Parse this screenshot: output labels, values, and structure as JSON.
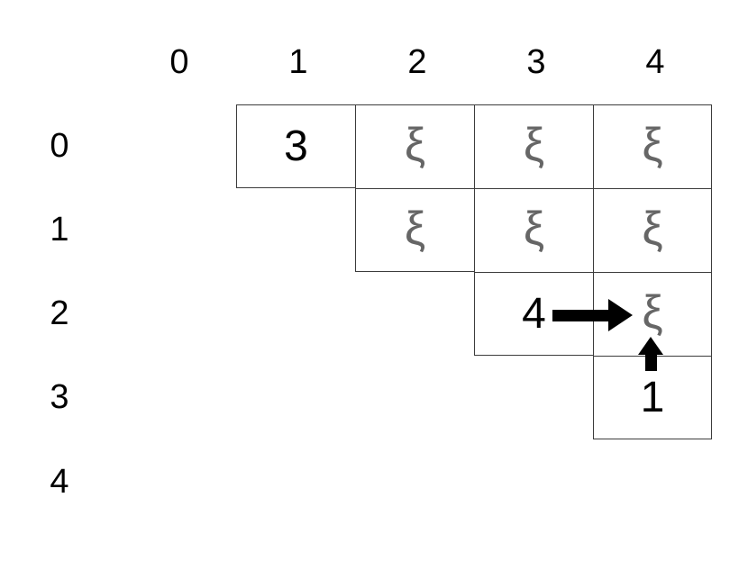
{
  "figure": {
    "type": "triangular-matrix-diagram"
  },
  "column_headers": [
    "0",
    "1",
    "2",
    "3",
    "4"
  ],
  "row_headers": [
    "0",
    "1",
    "2",
    "3",
    "4"
  ],
  "cells": [
    {
      "row": 0,
      "col": 1,
      "value": "3",
      "style": "value"
    },
    {
      "row": 0,
      "col": 2,
      "value": "ξ",
      "style": "placeholder"
    },
    {
      "row": 0,
      "col": 3,
      "value": "ξ",
      "style": "placeholder"
    },
    {
      "row": 0,
      "col": 4,
      "value": "ξ",
      "style": "placeholder"
    },
    {
      "row": 1,
      "col": 2,
      "value": "ξ",
      "style": "placeholder"
    },
    {
      "row": 1,
      "col": 3,
      "value": "ξ",
      "style": "placeholder"
    },
    {
      "row": 1,
      "col": 4,
      "value": "ξ",
      "style": "placeholder"
    },
    {
      "row": 2,
      "col": 3,
      "value": "4",
      "style": "value"
    },
    {
      "row": 2,
      "col": 4,
      "value": "ξ",
      "style": "placeholder"
    },
    {
      "row": 3,
      "col": 4,
      "value": "1",
      "style": "value"
    }
  ],
  "arrows": [
    {
      "name": "right-arrow",
      "direction": "right",
      "from_cell": "row2-col3",
      "to_cell": "row2-col4"
    },
    {
      "name": "up-arrow",
      "direction": "up",
      "from_cell": "row3-col4",
      "to_cell": "row2-col4"
    }
  ],
  "colors": {
    "value_text": "#000000",
    "placeholder_text": "#666666",
    "grid_border": "#3c3c3c",
    "arrow": "#000000",
    "background": "#ffffff"
  }
}
